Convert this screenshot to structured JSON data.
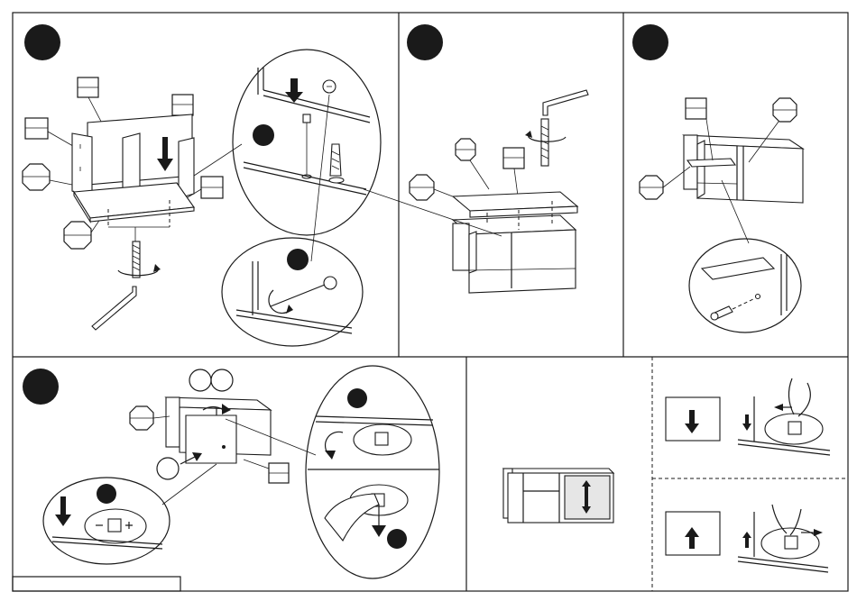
{
  "title": "",
  "steps": [
    {
      "id": "step-1",
      "caption": ""
    },
    {
      "id": "step-2",
      "caption": ""
    },
    {
      "id": "step-3",
      "caption": ""
    },
    {
      "id": "step-4",
      "caption": ""
    },
    {
      "id": "step-5",
      "caption": ""
    }
  ],
  "icons": {
    "step_marker": "black-circle-icon",
    "part_label": "rectangle-label-icon",
    "hardware_label": "octagon-label-icon",
    "hex_key": "allen-key-icon",
    "rotate": "rotate-arrow-icon",
    "down_arrow": "arrow-down-icon",
    "up_arrow": "arrow-up-icon"
  },
  "colors": {
    "line": "#1a1a1a",
    "panel_fill": "#ffffff",
    "door_fill": "#d8d8d8"
  },
  "footer_note": ""
}
